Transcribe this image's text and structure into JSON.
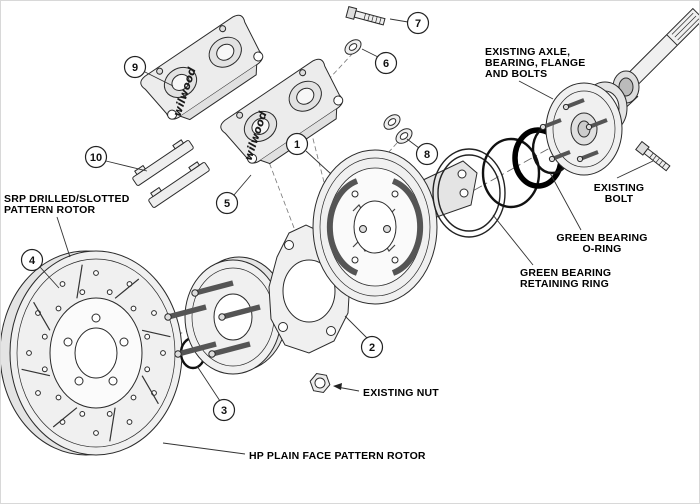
{
  "figure": {
    "background": "#ffffff",
    "line_color": "#222222",
    "accent_black": "#000000",
    "brand_logo": "wilwood",
    "callouts": [
      {
        "num": "1"
      },
      {
        "num": "2"
      },
      {
        "num": "3"
      },
      {
        "num": "4"
      },
      {
        "num": "5"
      },
      {
        "num": "6"
      },
      {
        "num": "7"
      },
      {
        "num": "8"
      },
      {
        "num": "9"
      },
      {
        "num": "10"
      }
    ],
    "labels": {
      "existing_axle_line1": "EXISTING AXLE,",
      "existing_axle_line2": "BEARING, FLANGE",
      "existing_axle_line3": "AND BOLTS",
      "existing_bolt_line1": "EXISTING",
      "existing_bolt_line2": "BOLT",
      "green_oring_line1": "GREEN BEARING",
      "green_oring_line2": "O-RING",
      "green_retaining_line1": "GREEN BEARING",
      "green_retaining_line2": "RETAINING RING",
      "srp_rotor_line1": "SRP DRILLED/SLOTTED",
      "srp_rotor_line2": "PATTERN ROTOR",
      "existing_nut": "EXISTING NUT",
      "hp_rotor": "HP PLAIN FACE PATTERN ROTOR"
    }
  }
}
